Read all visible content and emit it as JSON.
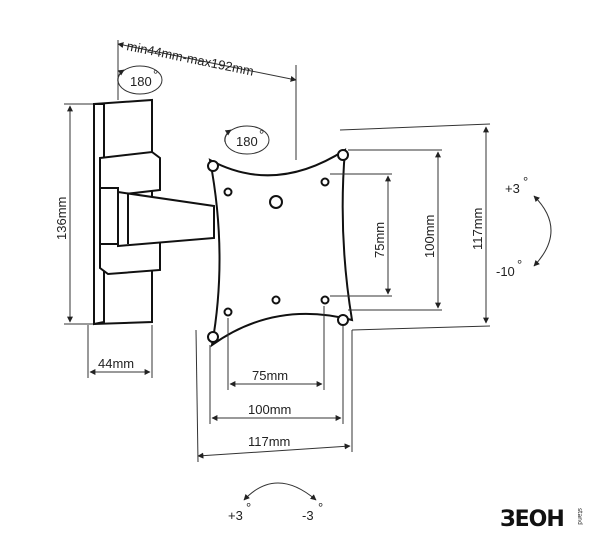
{
  "dimensions": {
    "arm_range": "min44mm-max192mm",
    "plate_height": "136mm",
    "plate_depth": "44mm",
    "vesa_v_75": "75mm",
    "vesa_v_100": "100mm",
    "vesa_v_117": "117mm",
    "vesa_h_75": "75mm",
    "vesa_h_100": "100mm",
    "vesa_h_117": "117mm"
  },
  "rotations": {
    "swivel_wall": "180",
    "swivel_head": "180",
    "tilt_up": "+3",
    "tilt_down": "-10",
    "rotate_left": "+3",
    "rotate_right": "-3",
    "degree_symbol": "°"
  },
  "logo": {
    "brand": "ЗЕОН",
    "sub": "stand"
  },
  "colors": {
    "line": "#333333",
    "part_fill": "#ffffff",
    "part_stroke": "#111111",
    "logo_accent": "#111111"
  }
}
